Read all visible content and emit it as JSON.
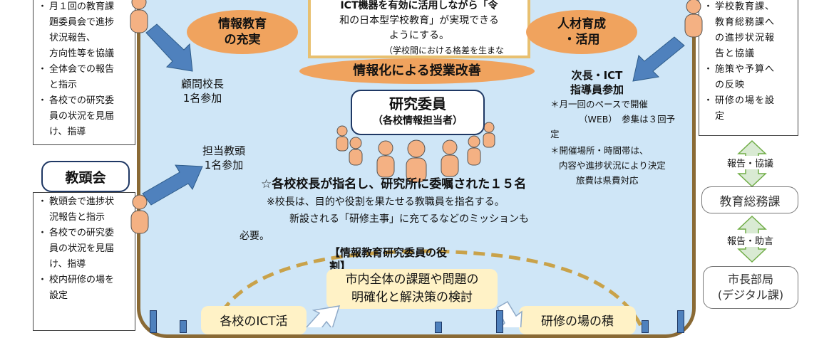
{
  "left_top_box": {
    "items": [
      "月１回の教育課題委員会で進捗状況報告、方向性等を協議",
      "全体会での報告と指示",
      "各校での研究委員の状況を見届け、指導"
    ],
    "lines": [
      [
        "月１回の教育課",
        "題委員会で進捗",
        "状況報告、",
        "方向性等を協議"
      ],
      [
        "全体会での報告",
        "と指示"
      ],
      [
        "各校での研究委",
        "員の状況を見届",
        "け、指導"
      ]
    ]
  },
  "kyoutoukai": {
    "title": "教頭会",
    "lines": [
      [
        "教頭会で進捗状",
        "況報告と指示"
      ],
      [
        "各校での研究委",
        "員の状況を見届",
        "け、指導"
      ],
      [
        "校内研修の場を",
        "設定"
      ]
    ]
  },
  "right_top_box": {
    "lines": [
      [
        "学校教育課、",
        "教育総務課へ",
        "の進捗状況報",
        "告と協議"
      ],
      [
        "施策や予算へ",
        "の反映"
      ],
      [
        "研修の場を設",
        "定"
      ]
    ]
  },
  "ovals": {
    "left": "情報教育\nの充実",
    "right": "人材育成\n・活用",
    "center": "情報化による授業改善"
  },
  "top_center": {
    "line1": "ICT機器を有効に活用しながら「令",
    "line2": "和の日本型学校教育」が実現できる",
    "line3": "ようにする。",
    "line4": "（学校間における格差を生まな"
  },
  "labels": {
    "komon": "顧問校長\n1名参加",
    "tantou": "担当教頭\n1名参加",
    "jichou": "次長・ICT\n指導員参加"
  },
  "research": {
    "title": "研究委員",
    "subtitle": "（各校情報担当者）"
  },
  "right_notes": {
    "note1": "＊月一回のペースで開催",
    "note1b": "（WEB）　参集は３回予",
    "note1c": "定",
    "note2": "＊開催場所・時間帯は、",
    "note2b": "内容や進捗状況により決定",
    "note3": "旅費は県費対応"
  },
  "main_text": {
    "headline": "☆各校校長が指名し、研究所に委嘱された１５名",
    "sub1": "※校長は、目的や役割を果たせる教職員を指名する。",
    "sub2": "新設される「研修主事」に充てるなどのミッションも",
    "sub3": "必要。"
  },
  "role_heading": "【情報教育研究委員の役割】",
  "role_heading_lines": [
    "【情報教育研究委員の役",
    "割】"
  ],
  "yellow_boxes": {
    "center": "市内全体の課題や問題の\n明確化と解決策の検討",
    "left": "各校のICT活",
    "right": "研修の場の積"
  },
  "side": {
    "report1": "報告・協議",
    "soumu": "教育総務課",
    "report2": "報告・助言",
    "shichou": "市長部局\n(デジタル課)"
  },
  "colors": {
    "panel_bg": "#cfe6f7",
    "panel_border": "#8a6a35",
    "oval": "#f0a35e",
    "arrow_blue": "#4f81bd",
    "person": "#f4b183",
    "yellow_box": "#fff2c6",
    "dashed": "#c9a24a"
  }
}
